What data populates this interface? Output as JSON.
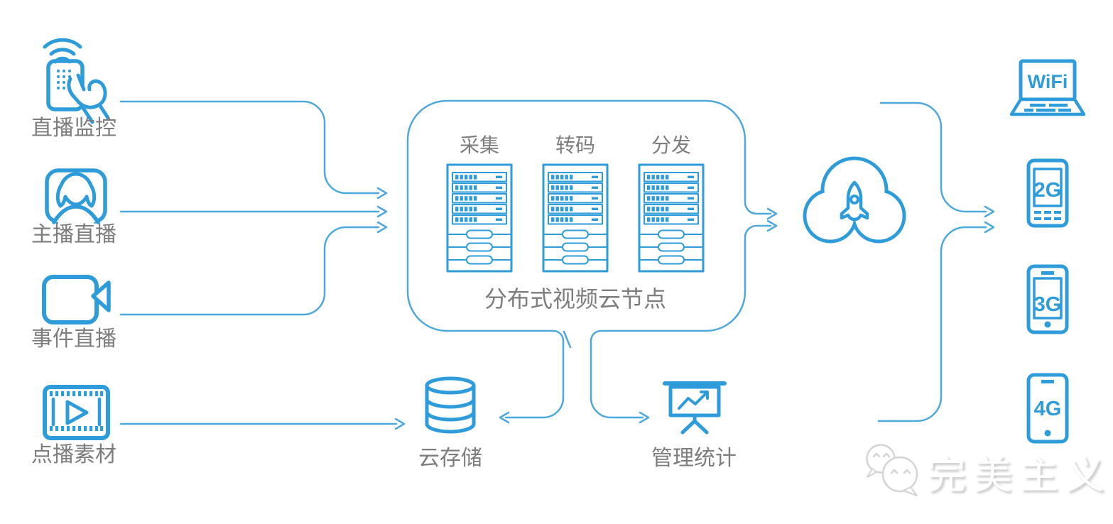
{
  "diagram": {
    "sources": [
      {
        "label": "直播监控",
        "icon": "remote-control-hand-icon"
      },
      {
        "label": "主播直播",
        "icon": "anchor-avatar-icon"
      },
      {
        "label": "事件直播",
        "icon": "video-camera-icon"
      },
      {
        "label": "点播素材",
        "icon": "film-strip-icon"
      }
    ],
    "node": {
      "title": "分布式视频云节点",
      "stages": [
        {
          "label": "采集",
          "icon": "server-rack-icon"
        },
        {
          "label": "转码",
          "icon": "server-rack-icon"
        },
        {
          "label": "分发",
          "icon": "server-rack-icon"
        }
      ]
    },
    "storage": {
      "label": "云存储",
      "icon": "database-icon"
    },
    "stats": {
      "label": "管理统计",
      "icon": "presentation-chart-icon"
    },
    "relay": {
      "icon": "cloud-rocket-icon"
    },
    "devices": [
      {
        "label": "WiFi",
        "icon": "laptop-icon"
      },
      {
        "label": "2G",
        "icon": "feature-phone-icon"
      },
      {
        "label": "3G",
        "icon": "smartphone-icon"
      },
      {
        "label": "4G",
        "icon": "smartphone-icon"
      }
    ],
    "watermark": {
      "text": "完美主义",
      "icon": "wechat-logo-icon"
    },
    "colors": {
      "accent": "#2E9CDB",
      "line": "#4FA8DC",
      "label_gray": "#7D7D7D"
    }
  }
}
